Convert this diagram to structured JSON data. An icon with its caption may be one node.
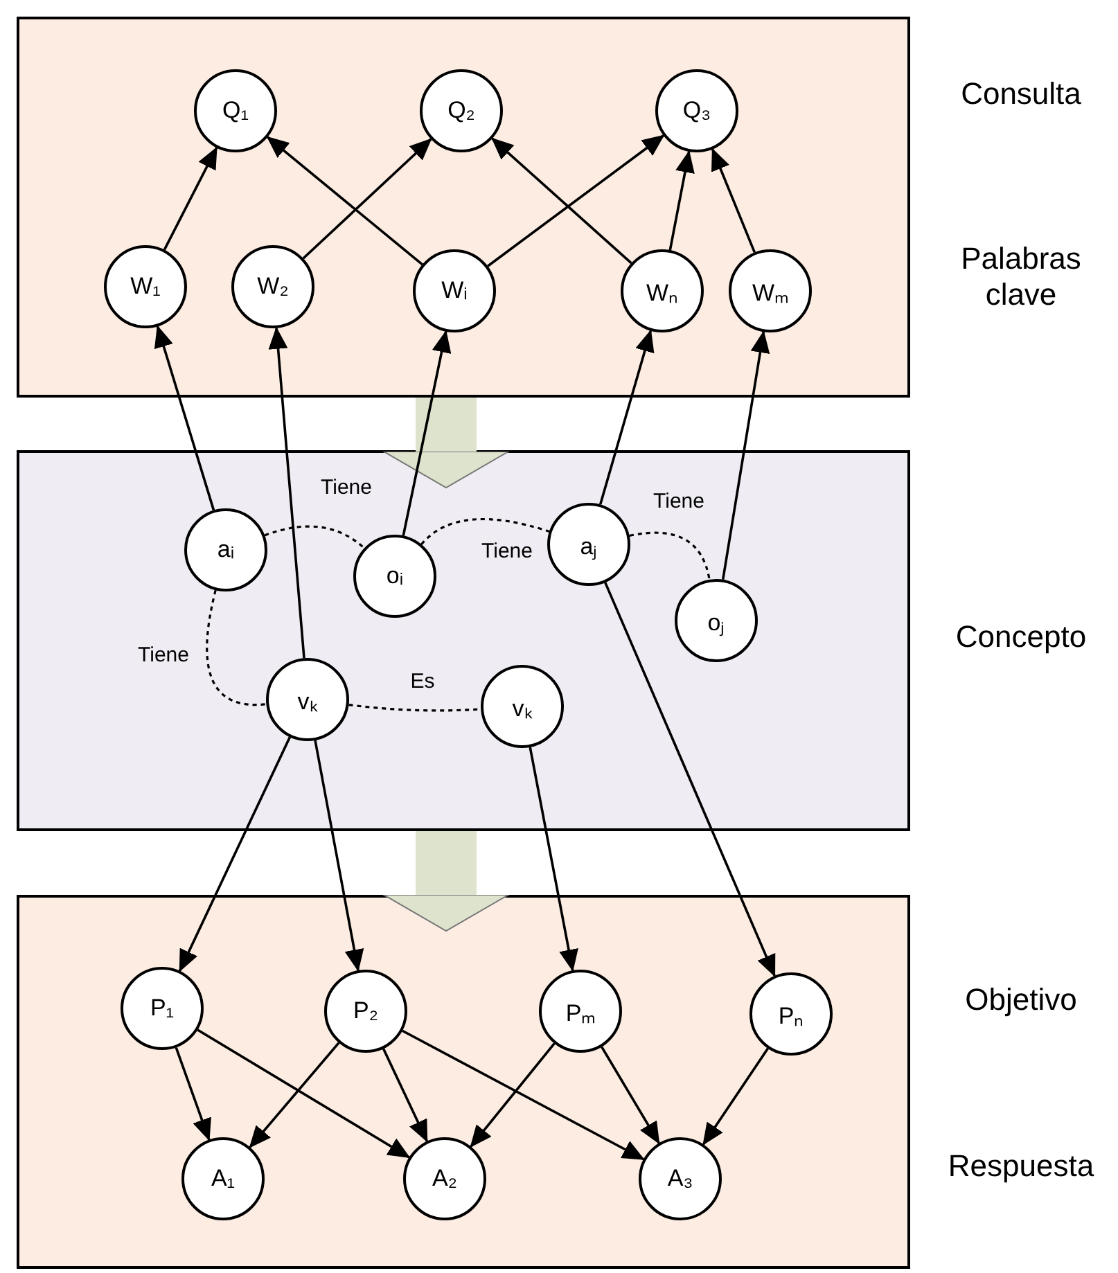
{
  "diagram": {
    "nodes": [
      {
        "text": [],
        "shape": "box"
      },
      {
        "text": [
          "Q₁"
        ],
        "in": 0
      },
      {
        "text": [
          "Q₂"
        ],
        "in": 0
      },
      {
        "text": [
          "Q₃"
        ],
        "in": 0
      },
      {
        "text": [
          "W₁"
        ],
        "in": 0
      },
      {
        "text": [
          "W₂"
        ],
        "in": 0
      },
      {
        "text": [
          "Wᵢ"
        ],
        "in": 0
      },
      {
        "text": [
          "Wₙ"
        ],
        "in": 0
      },
      {
        "text": [
          "Wₘ"
        ],
        "in": 0
      },
      {
        "text": [],
        "shape": "box"
      },
      {
        "text": [
          "aᵢ"
        ],
        "in": 9
      },
      {
        "text": [
          "oᵢ"
        ],
        "in": 9
      },
      {
        "text": [
          "aⱼ"
        ],
        "in": 9
      },
      {
        "text": [
          "oⱼ"
        ],
        "in": 9
      },
      {
        "text": [
          "vₖ"
        ],
        "in": 9
      },
      {
        "text": [
          "vₖ"
        ],
        "in": 9
      },
      {
        "text": [],
        "shape": "box"
      },
      {
        "text": [
          "P₁"
        ],
        "in": 16
      },
      {
        "text": [
          "P₂"
        ],
        "in": 16
      },
      {
        "text": [
          "Pₘ"
        ],
        "in": 16
      },
      {
        "text": [
          "Pₙ"
        ],
        "in": 16
      },
      {
        "text": [
          "A₁"
        ],
        "in": 16
      },
      {
        "text": [
          "A₂"
        ],
        "in": 16
      },
      {
        "text": [
          "A₃"
        ],
        "in": 16
      }
    ],
    "edges": [
      {
        "from": 4,
        "to": 1,
        "arrow": "to"
      },
      {
        "from": 5,
        "to": 2,
        "arrow": "to"
      },
      {
        "from": 6,
        "to": 1,
        "arrow": "to"
      },
      {
        "from": 6,
        "to": 3,
        "arrow": "to"
      },
      {
        "from": 7,
        "to": 2,
        "arrow": "to"
      },
      {
        "from": 7,
        "to": 3,
        "arrow": "to"
      },
      {
        "from": 8,
        "to": 3,
        "arrow": "to"
      },
      {
        "from": 0,
        "to": 9,
        "arrow": "to",
        "style": "thick",
        "color": "#dde3cc"
      },
      {
        "from": 10,
        "to": 4,
        "arrow": "to"
      },
      {
        "from": 14,
        "to": 5,
        "arrow": "to"
      },
      {
        "from": 11,
        "to": 6,
        "arrow": "to"
      },
      {
        "from": 12,
        "to": 7,
        "arrow": "to"
      },
      {
        "from": 13,
        "to": 8,
        "arrow": "to"
      },
      {
        "from": 10,
        "to": 11,
        "arrow": "none",
        "style": "dashed",
        "label": "Tiene"
      },
      {
        "from": 11,
        "to": 12,
        "arrow": "none",
        "style": "dashed",
        "label": "Tiene"
      },
      {
        "from": 12,
        "to": 13,
        "arrow": "none",
        "style": "dashed",
        "label": "Tiene"
      },
      {
        "from": 10,
        "to": 14,
        "arrow": "none",
        "style": "dashed",
        "label": "Tiene"
      },
      {
        "from": 14,
        "to": 15,
        "arrow": "none",
        "style": "dashed",
        "label": "Es"
      },
      {
        "from": 9,
        "to": 16,
        "arrow": "to",
        "style": "thick",
        "color": "#dde3cc"
      },
      {
        "from": 14,
        "to": 17,
        "arrow": "to"
      },
      {
        "from": 14,
        "to": 18,
        "arrow": "to"
      },
      {
        "from": 15,
        "to": 19,
        "arrow": "to"
      },
      {
        "from": 12,
        "to": 20,
        "arrow": "to"
      },
      {
        "from": 17,
        "to": 21,
        "arrow": "to"
      },
      {
        "from": 17,
        "to": 22,
        "arrow": "to"
      },
      {
        "from": 18,
        "to": 21,
        "arrow": "to"
      },
      {
        "from": 18,
        "to": 22,
        "arrow": "to"
      },
      {
        "from": 18,
        "to": 23,
        "arrow": "to"
      },
      {
        "from": 19,
        "to": 22,
        "arrow": "to"
      },
      {
        "from": 19,
        "to": 23,
        "arrow": "to"
      },
      {
        "from": 20,
        "to": 23,
        "arrow": "to"
      }
    ],
    "labels": [
      "Consulta",
      "Palabras clave",
      "Concepto",
      "Objetivo",
      "Respuesta"
    ]
  }
}
